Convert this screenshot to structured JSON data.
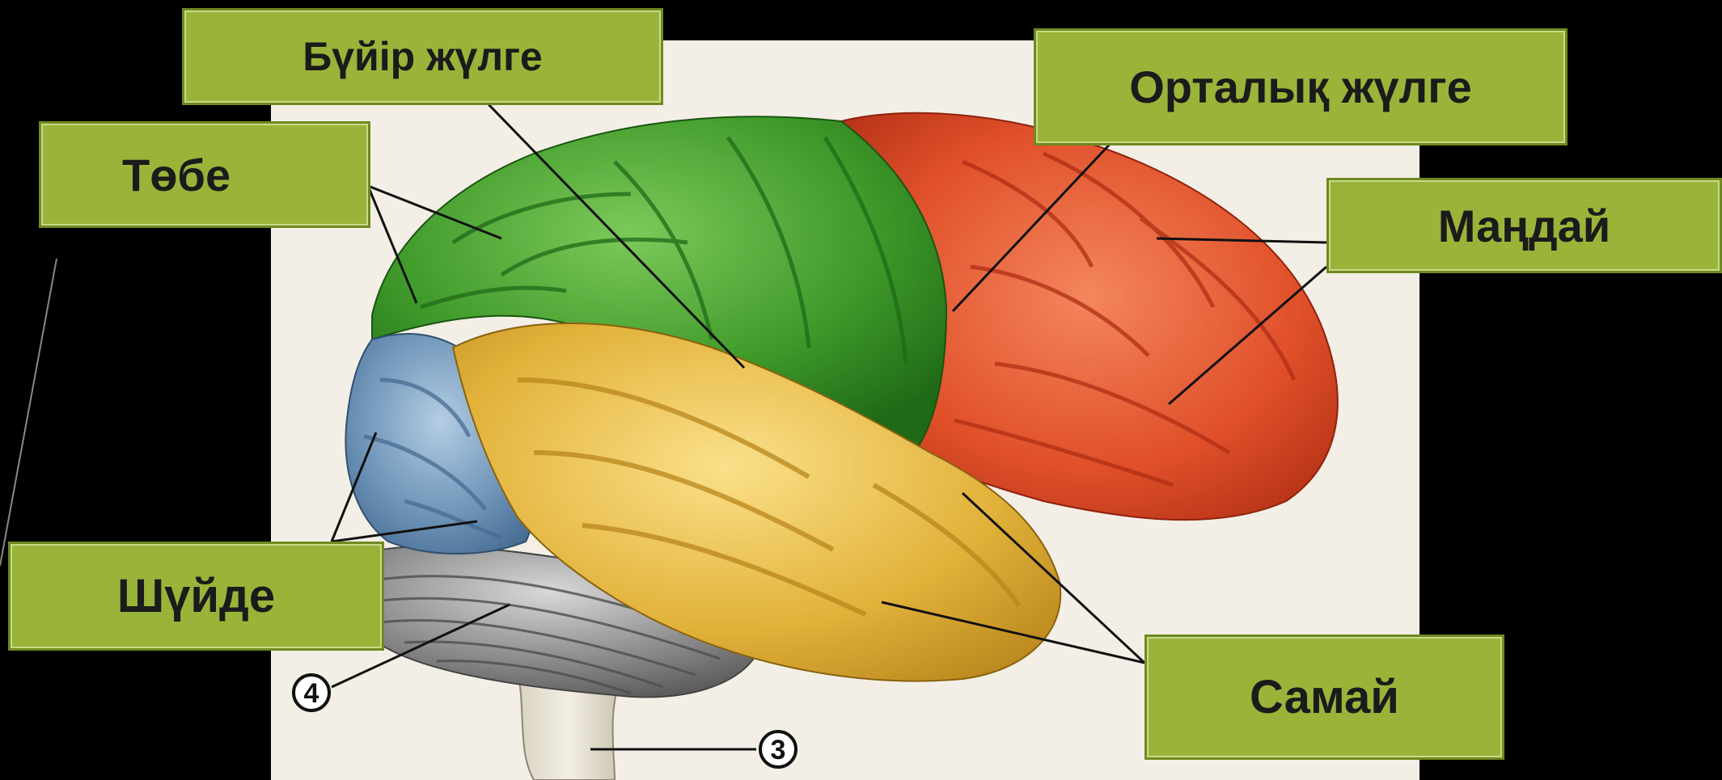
{
  "labels": {
    "lateral_sulcus": "Бүйір жүлге",
    "parietal": "Төбе",
    "central_sulcus": "Орталық жүлге",
    "frontal": "Маңдай",
    "occipital": "Шүйде",
    "temporal": "Самай"
  },
  "markers": {
    "cerebellum": "4",
    "brainstem": "3"
  },
  "colors": {
    "background": "#000000",
    "panel": "#f3efe6",
    "label_fill": "#9ab43a",
    "parietal_lobe": "#3f9a2a",
    "frontal_lobe": "#e0502a",
    "temporal_lobe": "#e2b23a",
    "occipital_lobe": "#6f95b9",
    "cerebellum": "#8c8c8c"
  }
}
